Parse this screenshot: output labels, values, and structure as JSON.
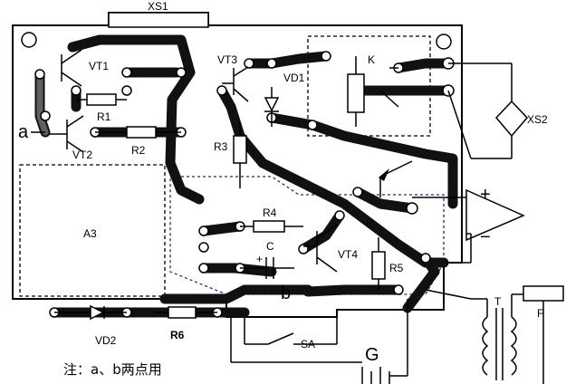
{
  "labels": {
    "xs1": "XS1",
    "xs2": "XS2",
    "vt1": "VT1",
    "vt2": "VT2",
    "vt3": "VT3",
    "vt4": "VT4",
    "r1": "R1",
    "r2": "R2",
    "r3": "R3",
    "r4": "R4",
    "r5": "R5",
    "r6": "R6",
    "vd1": "VD1",
    "vd2": "VD2",
    "k": "K",
    "a3": "A3",
    "c": "C",
    "c_plus": "+",
    "sa": "SA",
    "g": "G",
    "t": "T",
    "f": "F",
    "point_a": "a",
    "point_b": "b",
    "plus": "+",
    "minus": "−"
  },
  "note": "注：a、b两点用"
}
